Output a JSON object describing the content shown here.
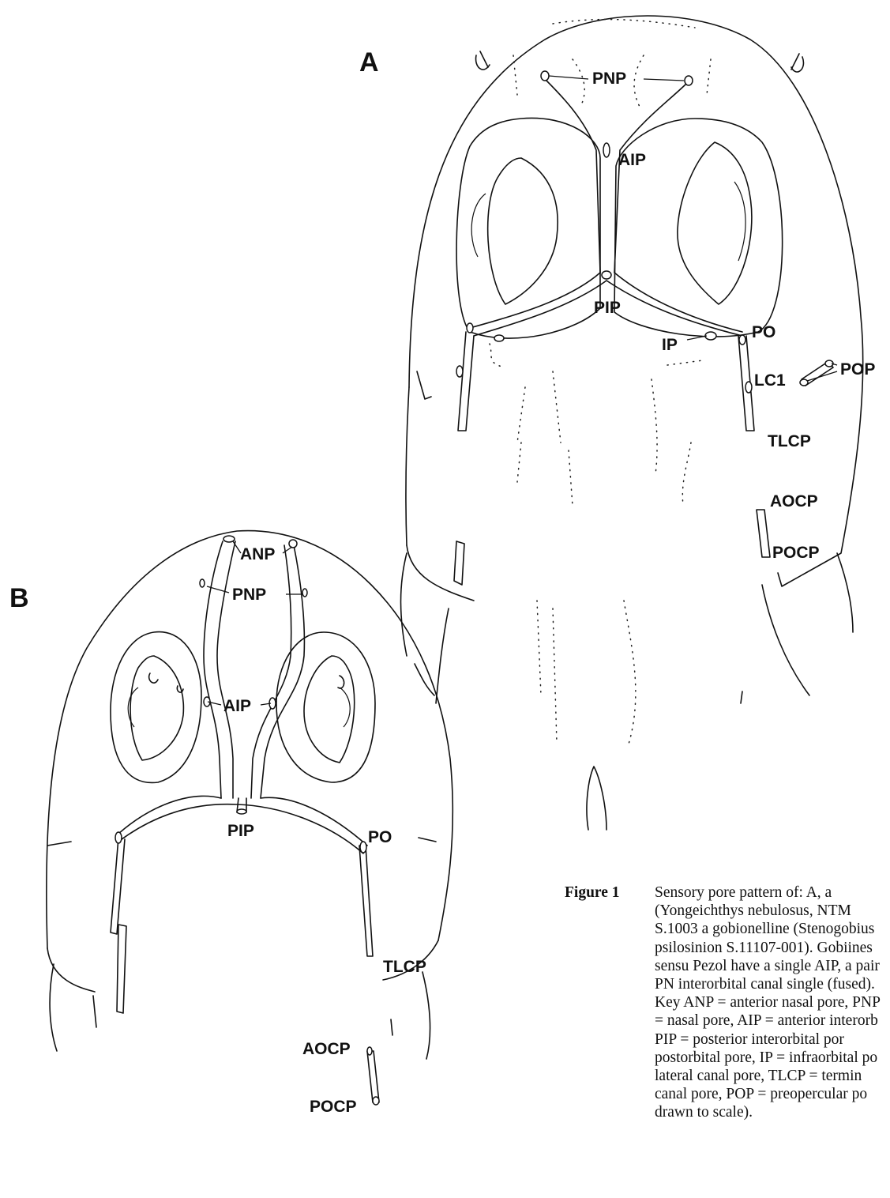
{
  "panel_a": {
    "letter": "A",
    "labels": {
      "pnp": "PNP",
      "aip": "AIP",
      "pip": "PIP",
      "ip": "IP",
      "po": "PO",
      "lc1": "LC1",
      "pop": "POP",
      "tlcp": "TLCP",
      "aocp": "AOCP",
      "pocp": "POCP"
    }
  },
  "panel_b": {
    "letter": "B",
    "labels": {
      "anp": "ANP",
      "pnp": "PNP",
      "aip": "AIP",
      "pip": "PIP",
      "po": "PO",
      "tlcp": "TLCP",
      "aocp": "AOCP",
      "pocp": "POCP"
    }
  },
  "caption": {
    "label": "Figure 1",
    "text": "Sensory pore pattern of: A, a (Yongeichthys nebulosus, NTM S.1003 a gobionelline (Stenogobius psilosinion S.11107-001). Gobiines sensu Pezol have a single AIP, a pair PN interorbital canal single (fused). Key ANP = anterior nasal pore, PNP = nasal pore, AIP = anterior interorb PIP = posterior interorbital por postorbital pore, IP = infraorbital po lateral canal pore, TLCP = termin canal pore, POP = preopercular po drawn to scale)."
  }
}
